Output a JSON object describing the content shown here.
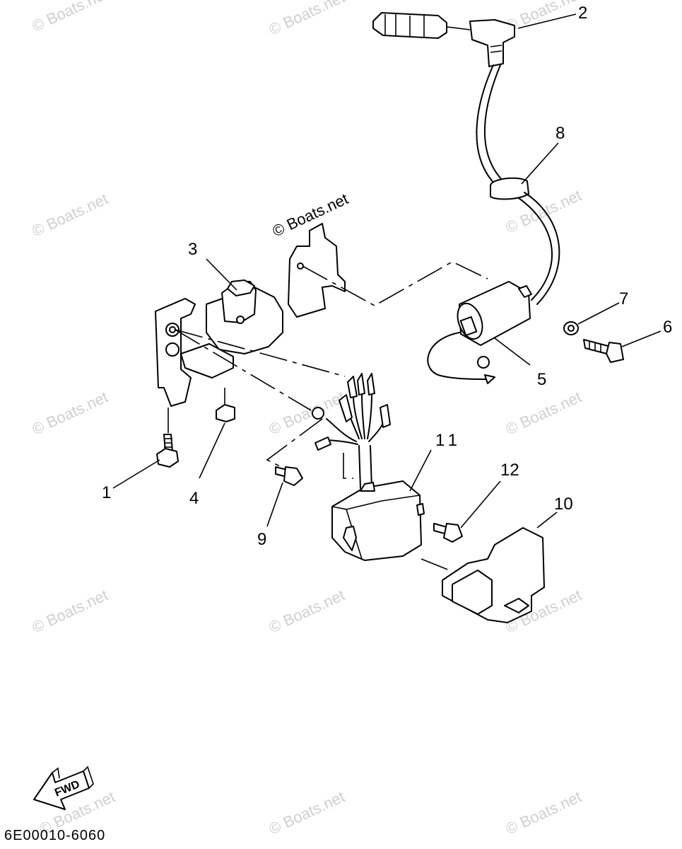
{
  "watermark": "© Boats.net",
  "diagram_code": "6E00010-6060",
  "fwd_label": "FWD",
  "callouts": {
    "c1": "1",
    "c2": "2",
    "c3": "3",
    "c4": "4",
    "c5": "5",
    "c6": "6",
    "c7": "7",
    "c8": "8",
    "c9": "9",
    "c10": "10",
    "c11": "11",
    "c12": "12"
  }
}
